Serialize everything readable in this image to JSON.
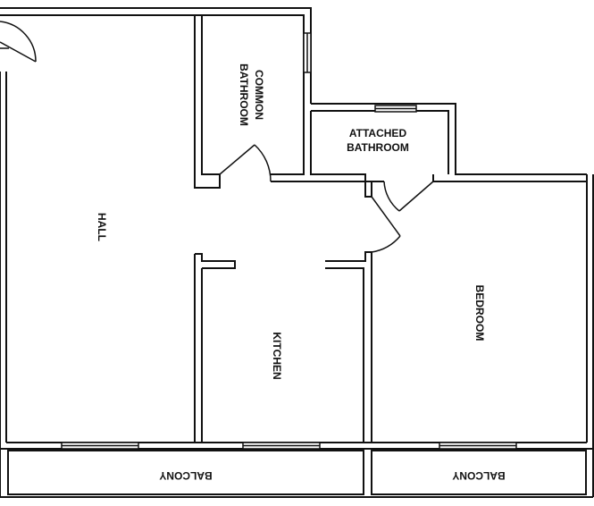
{
  "floor_plan": {
    "rooms": {
      "hall": {
        "label": "HALL"
      },
      "common_bathroom": {
        "label_line1": "COMMON",
        "label_line2": "BATHROOM"
      },
      "attached_bathroom": {
        "label_line1": "ATTACHED",
        "label_line2": "BATHROOM"
      },
      "kitchen": {
        "label": "KITCHEN"
      },
      "bedroom": {
        "label": "BEDROOM"
      },
      "balcony_left": {
        "label": "BALCONY"
      },
      "balcony_right": {
        "label": "BALCONY"
      }
    },
    "colors": {
      "wall": "#111111",
      "background": "#ffffff",
      "window": "#111111"
    }
  }
}
